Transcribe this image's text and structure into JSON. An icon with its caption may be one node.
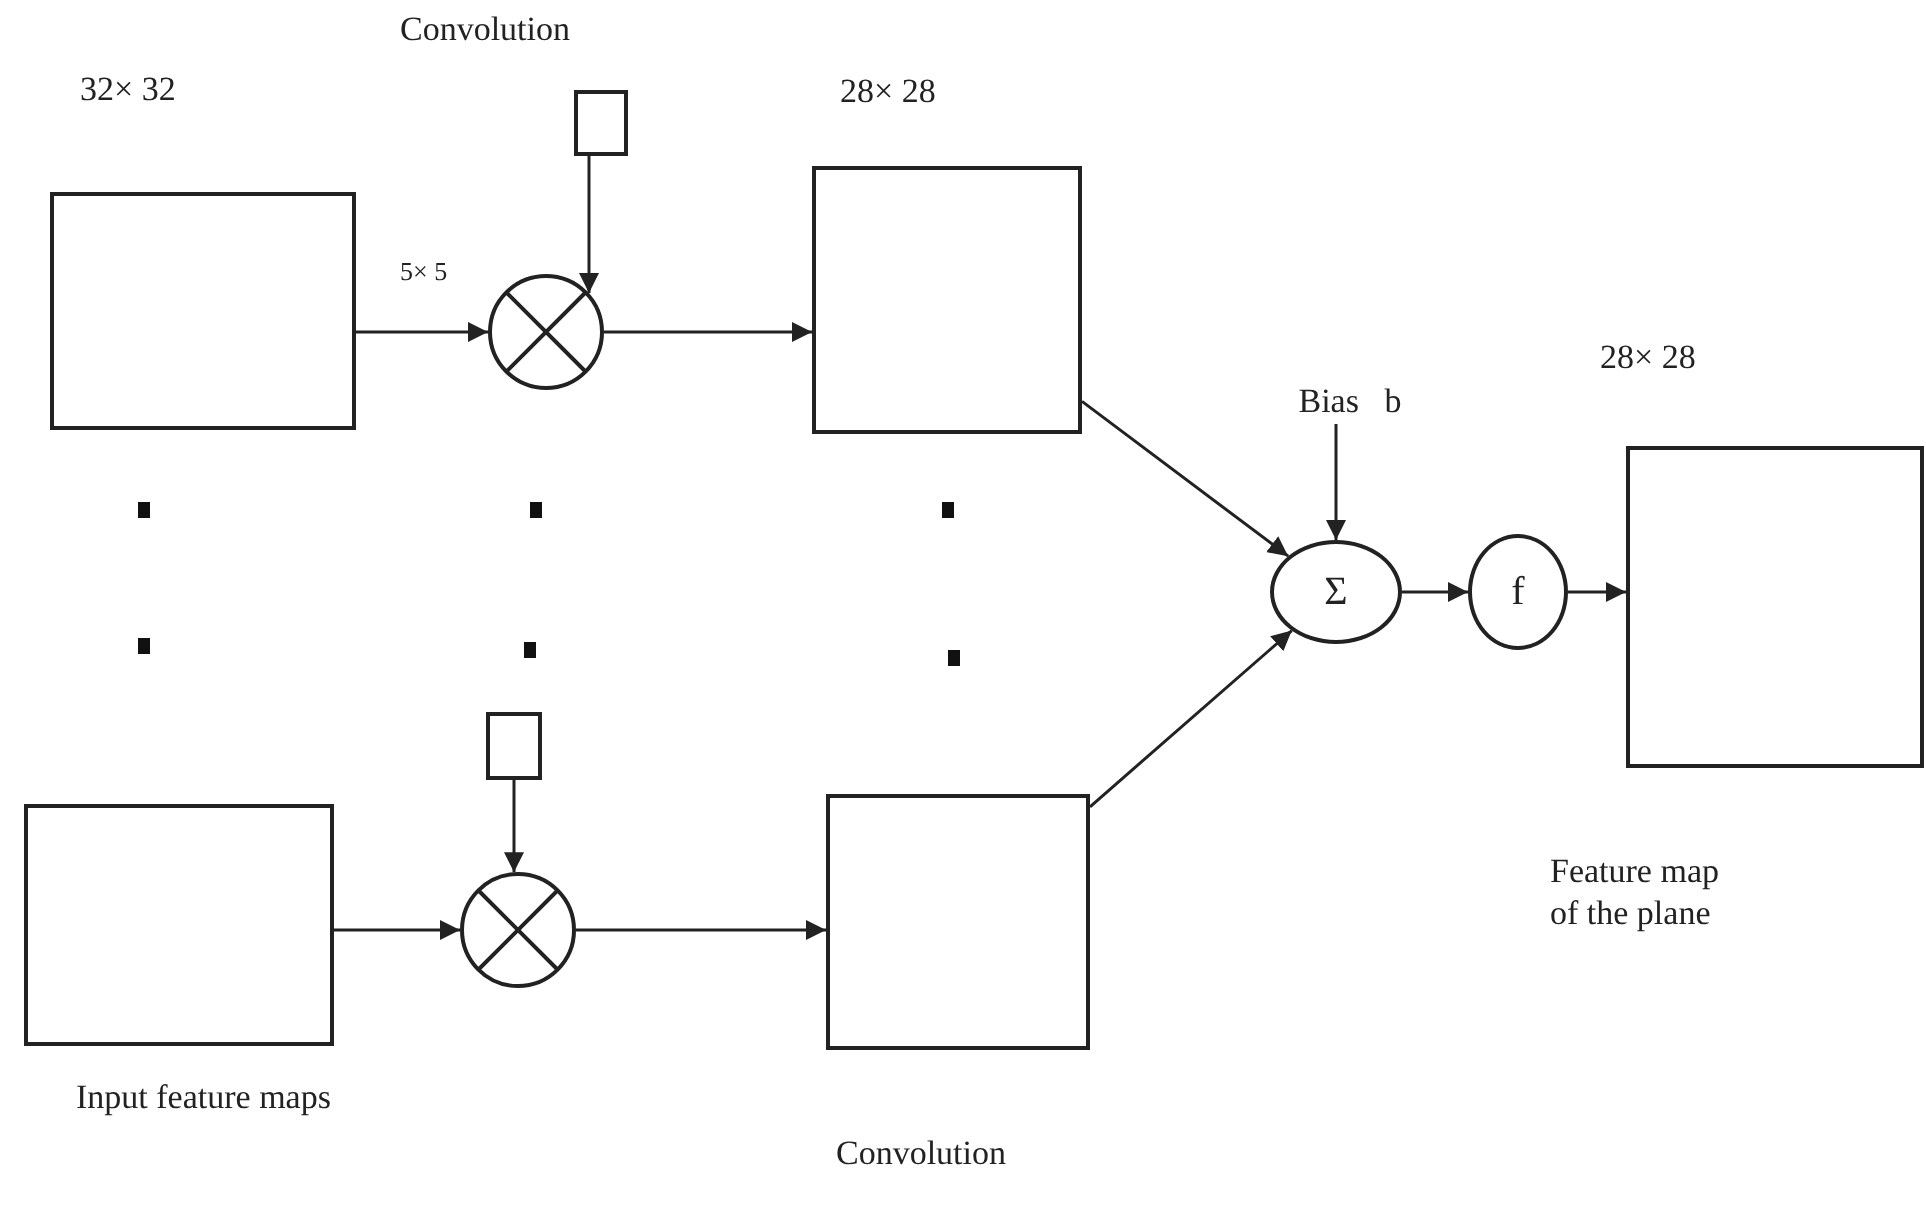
{
  "diagram": {
    "nodes": [
      {
        "text": [],
        "shape": "box",
        "beside": [
          "32× 32"
        ]
      },
      {
        "text": [],
        "shape": "box",
        "beside": [
          "Convolution"
        ]
      },
      {
        "text": [],
        "shape": "circle"
      },
      {
        "text": [],
        "shape": "box",
        "beside": [
          "28× 28"
        ]
      },
      {
        "text": [],
        "shape": "box",
        "beside": [
          "Input feature maps"
        ]
      },
      {
        "text": [],
        "shape": "box"
      },
      {
        "text": [],
        "shape": "circle"
      },
      {
        "text": [],
        "shape": "box",
        "beside": [
          "Convolution"
        ]
      },
      {
        "text": [
          "Σ"
        ]
      },
      {
        "text": [
          "Bias   b"
        ]
      },
      {
        "text": [
          "f"
        ]
      },
      {
        "text": [],
        "shape": "box",
        "beside": [
          "28× 28",
          "Feature map of the plane"
        ]
      }
    ],
    "edges": [
      {
        "from": 0,
        "to": 2,
        "arrow": "to"
      },
      {
        "from": 1,
        "to": 2,
        "arrow": "to"
      },
      {
        "from": 2,
        "to": 3,
        "arrow": "to"
      },
      {
        "from": 4,
        "to": 6,
        "arrow": "to"
      },
      {
        "from": 5,
        "to": 6,
        "arrow": "to"
      },
      {
        "from": 6,
        "to": 7,
        "arrow": "to"
      },
      {
        "from": 3,
        "to": 8,
        "arrow": "to"
      },
      {
        "from": 9,
        "to": 8,
        "arrow": "to"
      },
      {
        "from": 7,
        "to": 8,
        "arrow": "to"
      },
      {
        "from": 8,
        "to": 10,
        "arrow": "to"
      },
      {
        "from": 10,
        "to": 11,
        "arrow": "to"
      }
    ],
    "labels": [
      "5× 5"
    ]
  }
}
